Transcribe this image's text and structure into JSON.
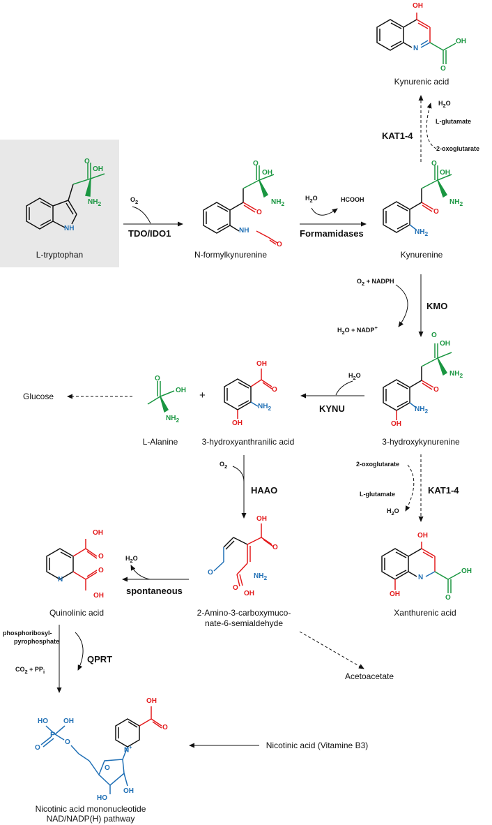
{
  "molecules": {
    "tryptophan": "L-tryptophan",
    "n_formylkynurenine": "N-formylkynurenine",
    "kynurenine": "Kynurenine",
    "kynurenic_acid": "Kynurenic acid",
    "hydroxykynurenine": "3-hydroxykynurenine",
    "hydroxyanthranilic_acid": "3-hydroxyanthranilic acid",
    "alanine": "L-Alanine",
    "glucose": "Glucose",
    "xanthurenic_acid": "Xanthurenic acid",
    "acms_line1": "2-Amino-3-carboxymuco-",
    "acms_line2": "nate-6-semialdehyde",
    "quinolinic_acid": "Quinolinic acid",
    "acetoacetate": "Acetoacetate",
    "nicotinic_acid": "Nicotinic acid (Vitamine B3)",
    "namn_line1": "Nicotinic acid mononucleotide",
    "namn_line2": "NAD/NADP(H) pathway"
  },
  "enzymes": {
    "tdo": "TDO/IDO1",
    "formamidases": "Formamidases",
    "kat_top": "KAT1-4",
    "kmo": "KMO",
    "kynu": "KYNU",
    "kat_bottom": "KAT1-4",
    "haao": "HAAO",
    "spontaneous": "spontaneous",
    "qprt": "QPRT"
  },
  "cofactors": {
    "o2": "O",
    "two": "2",
    "h2o_h": "H",
    "h2o_o": "O",
    "hcooh": "HCOOH",
    "nadph_tail": " + NADPH",
    "nadp_a": "H",
    "nadp_b": "O + NADP",
    "plus_sup": "+",
    "two_oxo": "2-oxoglutarate",
    "l_glutamate": "L-glutamate",
    "prpp_line1": "phosphoribosyl-",
    "prpp_line2": "pyrophosphate",
    "co2_a": "CO",
    "co2_b": " + PP",
    "pp_i": "i"
  },
  "atoms": {
    "oh": "OH",
    "o": "O",
    "n": "N",
    "nh": "NH",
    "nh2": "NH",
    "sub2": "2",
    "ho": "HO",
    "p": "P",
    "plus": "+"
  },
  "plus_sign": "+",
  "colors": {
    "green": "#1a9641",
    "red": "#e31a1c",
    "blue": "#1f6fb5",
    "black": "#111111",
    "box": "#e8e8e8"
  }
}
